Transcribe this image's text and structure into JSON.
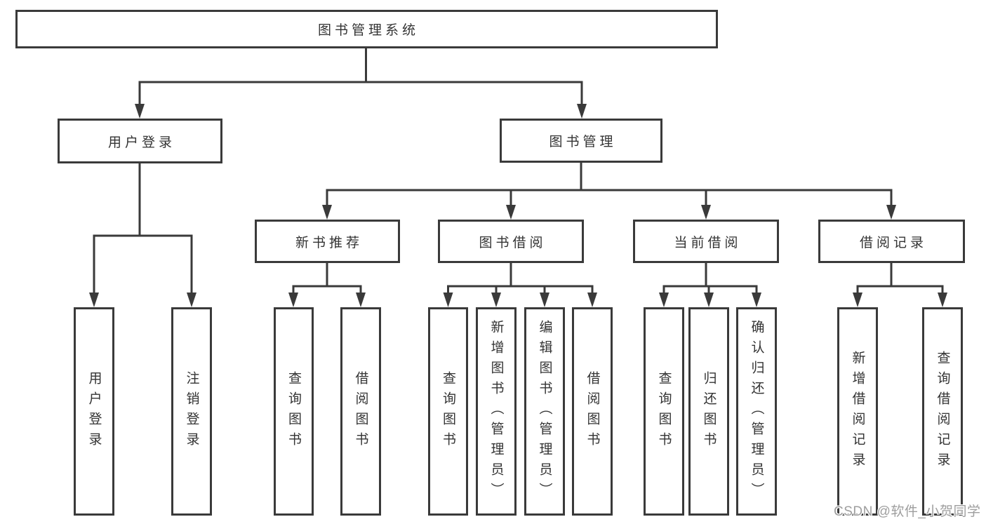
{
  "diagram": {
    "root": "图书管理系统",
    "level2": {
      "user_login": {
        "label": "用户登录",
        "children": [
          "用户登录",
          "注销登录"
        ]
      },
      "book_management": {
        "label": "图书管理",
        "children": {
          "new_book_recommend": {
            "label": "新书推荐",
            "children": [
              "查询图书",
              "借阅图书"
            ]
          },
          "book_borrow": {
            "label": "图书借阅",
            "children": [
              "查询图书",
              "新增图书（管理员）",
              "编辑图书（管理员）",
              "借阅图书"
            ]
          },
          "current_borrow": {
            "label": "当前借阅",
            "children": [
              "查询图书",
              "归还图书",
              "确认归还（管理员）"
            ]
          },
          "borrow_record": {
            "label": "借阅记录",
            "children": [
              "新增借阅记录",
              "查询借阅记录"
            ]
          }
        }
      }
    }
  },
  "watermark": "CSDN @软件_小贺同学",
  "colors": {
    "line": "#3a3a3a",
    "text": "#333333",
    "watermark": "#9e9e9e",
    "background": "#ffffff"
  }
}
